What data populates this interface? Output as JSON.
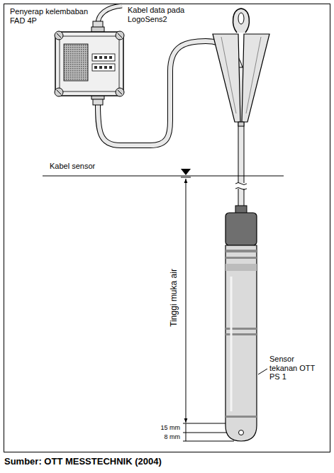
{
  "diagram": {
    "caption": "Sumber: OTT MESSTECHNIK (2004)",
    "labels": [
      "Penyerap kelembaban FAD 4P",
      "Kabel data pada LogoSens2",
      "Kabel sensor",
      "Tinggi muka air",
      "Sensor tekanan OTT PS 1",
      "15 mm",
      "8 mm"
    ]
  }
}
